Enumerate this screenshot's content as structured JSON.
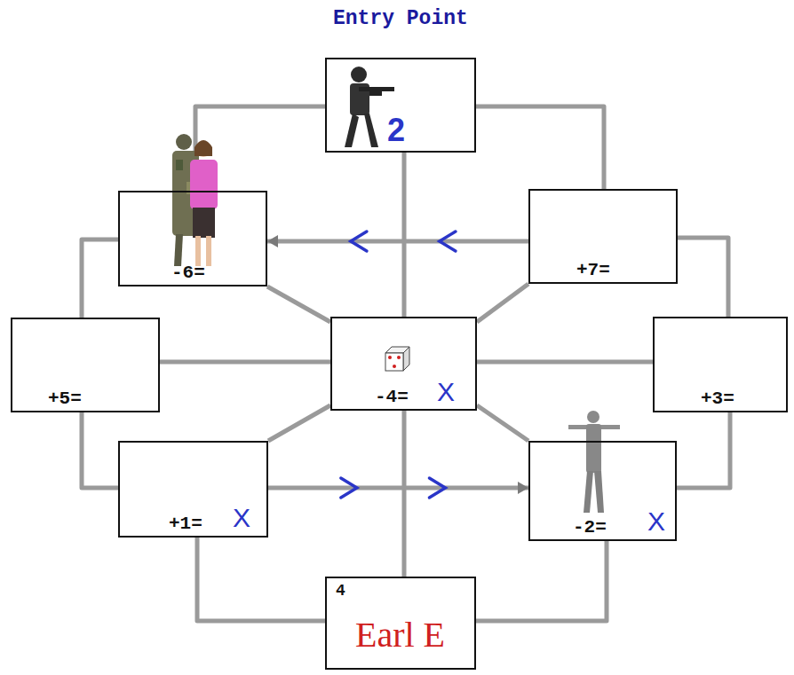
{
  "diagram": {
    "title": "Entry Point",
    "nodes": [
      {
        "text": [
          "2"
        ]
      },
      {
        "text": [
          "-6="
        ]
      },
      {
        "text": [
          "+7="
        ]
      },
      {
        "text": [
          "+5="
        ]
      },
      {
        "text": [
          "-4=",
          "X"
        ]
      },
      {
        "text": [
          "+3="
        ]
      },
      {
        "text": [
          "+1=",
          "X"
        ]
      },
      {
        "text": [
          "-2=",
          "X"
        ]
      },
      {
        "text": [
          "4",
          "Earl E"
        ]
      }
    ],
    "edges": [
      {
        "from": 0,
        "to": 1,
        "arrow": "none"
      },
      {
        "from": 0,
        "to": 2,
        "arrow": "none"
      },
      {
        "from": 0,
        "to": 4,
        "arrow": "none"
      },
      {
        "from": 2,
        "to": 1,
        "arrow": "to"
      },
      {
        "from": 1,
        "to": 4,
        "arrow": "none"
      },
      {
        "from": 2,
        "to": 4,
        "arrow": "none"
      },
      {
        "from": 1,
        "to": 3,
        "arrow": "none"
      },
      {
        "from": 2,
        "to": 5,
        "arrow": "none"
      },
      {
        "from": 3,
        "to": 4,
        "arrow": "none"
      },
      {
        "from": 4,
        "to": 5,
        "arrow": "none"
      },
      {
        "from": 3,
        "to": 6,
        "arrow": "none"
      },
      {
        "from": 5,
        "to": 7,
        "arrow": "none"
      },
      {
        "from": 6,
        "to": 4,
        "arrow": "none"
      },
      {
        "from": 7,
        "to": 4,
        "arrow": "none"
      },
      {
        "from": 6,
        "to": 7,
        "arrow": "to"
      },
      {
        "from": 4,
        "to": 8,
        "arrow": "none"
      },
      {
        "from": 6,
        "to": 8,
        "arrow": "none"
      },
      {
        "from": 7,
        "to": 8,
        "arrow": "none"
      }
    ]
  }
}
